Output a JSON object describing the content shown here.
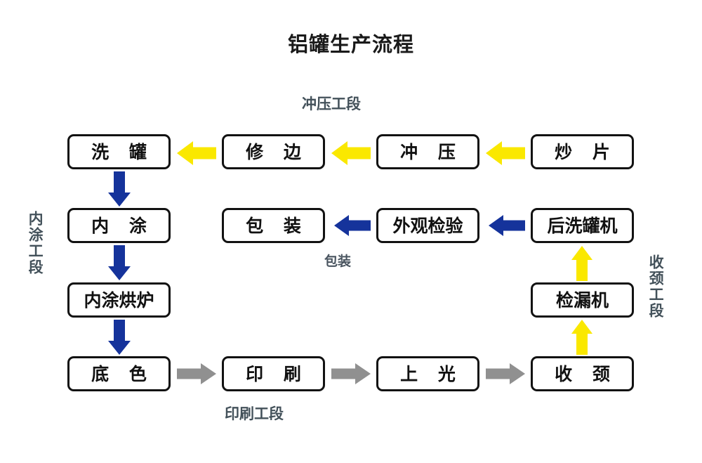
{
  "diagram": {
    "title": "铝罐生产流程",
    "colors": {
      "arrow_yellow": "#FAE800",
      "arrow_blue": "#15339B",
      "arrow_gray": "#909090",
      "box_border": "#121212",
      "stage_label": "#43515a",
      "background": "#ffffff"
    },
    "nodes": [
      {
        "id": "xi-guan",
        "label": "洗 罐",
        "row": 1,
        "col": 1
      },
      {
        "id": "xiu-bian",
        "label": "修 边",
        "row": 1,
        "col": 2
      },
      {
        "id": "chong-ya",
        "label": "冲 压",
        "row": 1,
        "col": 3
      },
      {
        "id": "chao-pian",
        "label": "炒 片",
        "row": 1,
        "col": 4
      },
      {
        "id": "nei-tu",
        "label": "内 涂",
        "row": 2,
        "col": 1
      },
      {
        "id": "bao-zhuang",
        "label": "包 装",
        "row": 2,
        "col": 2
      },
      {
        "id": "wai-guan-jian-yan",
        "label": "外观检验",
        "row": 2,
        "col": 3
      },
      {
        "id": "hou-xi-guan-ji",
        "label": "后洗罐机",
        "row": 2,
        "col": 4
      },
      {
        "id": "nei-tu-hong-lu",
        "label": "内涂烘炉",
        "row": 3,
        "col": 1
      },
      {
        "id": "jian-lou-ji",
        "label": "检漏机",
        "row": 3,
        "col": 4
      },
      {
        "id": "di-se",
        "label": "底 色",
        "row": 4,
        "col": 1
      },
      {
        "id": "yin-shua",
        "label": "印 刷",
        "row": 4,
        "col": 2
      },
      {
        "id": "shang-guang",
        "label": "上 光",
        "row": 4,
        "col": 3
      },
      {
        "id": "shou-jing",
        "label": "收 颈",
        "row": 4,
        "col": 4
      }
    ],
    "edges": [
      {
        "from": "chao-pian",
        "to": "chong-ya",
        "direction": "left",
        "color": "yellow"
      },
      {
        "from": "chong-ya",
        "to": "xiu-bian",
        "direction": "left",
        "color": "yellow"
      },
      {
        "from": "xiu-bian",
        "to": "xi-guan",
        "direction": "left",
        "color": "yellow"
      },
      {
        "from": "xi-guan",
        "to": "nei-tu",
        "direction": "down",
        "color": "blue"
      },
      {
        "from": "nei-tu",
        "to": "nei-tu-hong-lu",
        "direction": "down",
        "color": "blue"
      },
      {
        "from": "nei-tu-hong-lu",
        "to": "di-se",
        "direction": "down",
        "color": "blue"
      },
      {
        "from": "di-se",
        "to": "yin-shua",
        "direction": "right",
        "color": "gray"
      },
      {
        "from": "yin-shua",
        "to": "shang-guang",
        "direction": "right",
        "color": "gray"
      },
      {
        "from": "shang-guang",
        "to": "shou-jing",
        "direction": "right",
        "color": "gray"
      },
      {
        "from": "shou-jing",
        "to": "jian-lou-ji",
        "direction": "up",
        "color": "yellow"
      },
      {
        "from": "jian-lou-ji",
        "to": "hou-xi-guan-ji",
        "direction": "up",
        "color": "yellow"
      },
      {
        "from": "hou-xi-guan-ji",
        "to": "wai-guan-jian-yan",
        "direction": "left",
        "color": "blue"
      },
      {
        "from": "wai-guan-jian-yan",
        "to": "bao-zhuang",
        "direction": "left",
        "color": "blue"
      }
    ],
    "stage_labels": [
      {
        "id": "chong-ya-gong-duan",
        "text": "冲压工段",
        "orientation": "horizontal"
      },
      {
        "id": "nei-tu-gong-duan",
        "text": "内涂工段",
        "orientation": "vertical"
      },
      {
        "id": "shou-jing-gong-duan",
        "text": "收颈工段",
        "orientation": "vertical"
      },
      {
        "id": "bao-zhuang-gong-duan",
        "text": "包装",
        "orientation": "horizontal"
      },
      {
        "id": "yin-shua-gong-duan",
        "text": "印刷工段",
        "orientation": "horizontal"
      }
    ]
  }
}
